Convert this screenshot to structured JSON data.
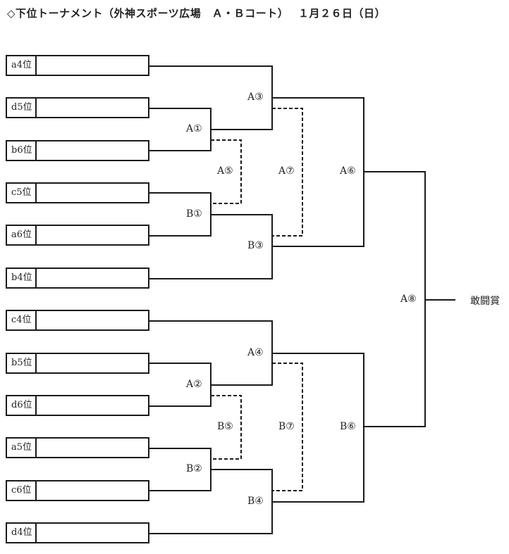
{
  "title": "◇下位トーナメント（外神スポーツ広場　Ａ・Ｂコート）　 １月２６日（日）",
  "entries": [
    "a4位",
    "d5位",
    "b6位",
    "c5位",
    "a6位",
    "b4位",
    "c4位",
    "b5位",
    "d6位",
    "a5位",
    "c6位",
    "d4位"
  ],
  "matches": {
    "A1": "A①",
    "B1": "B①",
    "A2": "A②",
    "B2": "B②",
    "A3": "A③",
    "B3": "B③",
    "A4": "A④",
    "B4": "B④",
    "A5": "A⑤",
    "B5": "B⑤",
    "A7": "A⑦",
    "B7": "B⑦",
    "A6": "A⑥",
    "B6": "B⑥",
    "A8": "A⑧"
  },
  "award": "敢闘賞"
}
